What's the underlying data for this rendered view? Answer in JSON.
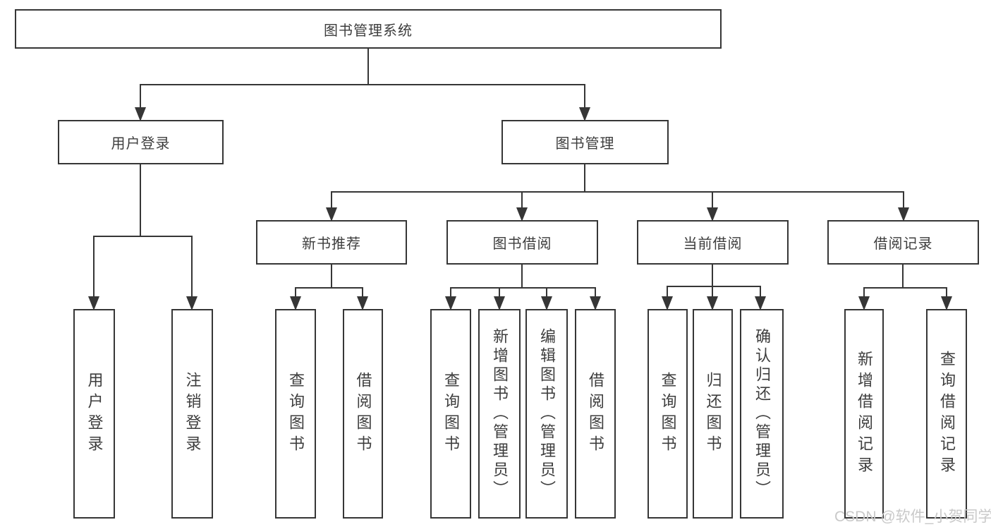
{
  "diagram_title": "图书管理系统",
  "nodes": {
    "root": "图书管理系统",
    "user_login": "用户登录",
    "book_mgmt": "图书管理",
    "new_book_rec": "新书推荐",
    "book_borrow": "图书借阅",
    "current_borrow": "当前借阅",
    "borrow_records": "借阅记录",
    "leaf_user_login": "用户登录",
    "leaf_logout": "注销登录",
    "rec_query_books": "查询图书",
    "rec_borrow_books": "借阅图书",
    "bb_query_books": "查询图书",
    "bb_add_books": "新增图书（管理员）",
    "bb_edit_books": "编辑图书（管理员）",
    "bb_borrow_books": "借阅图书",
    "cb_query_books": "查询图书",
    "cb_return_books": "归还图书",
    "cb_confirm_return": "确认归还（管理员）",
    "br_add_record": "新增借阅记录",
    "br_query_record": "查询借阅记录"
  },
  "watermark": "CSDN @软件_小贺同学",
  "colors": {
    "line": "#363636",
    "text": "#3d3d3d",
    "watermark": "#c9c9c9",
    "background": "#ffffff"
  }
}
